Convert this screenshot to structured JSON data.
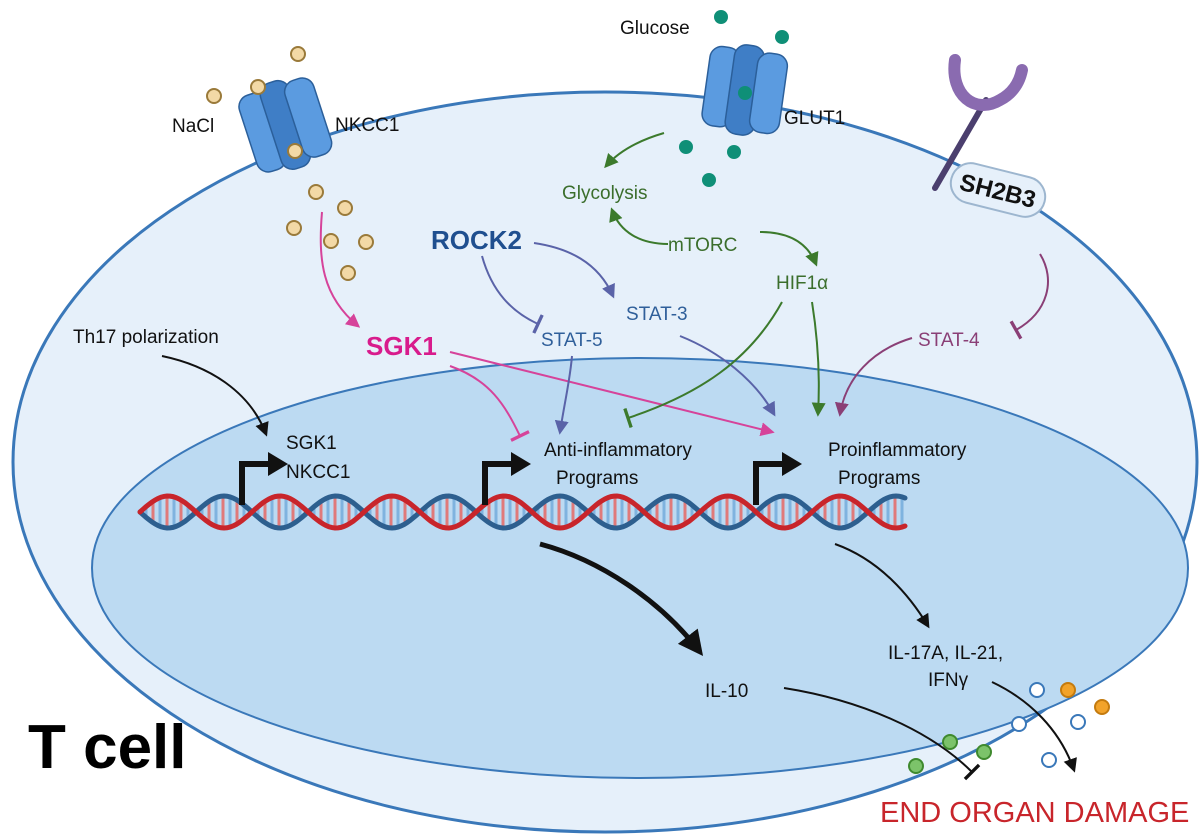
{
  "labels": {
    "glucose": "Glucose",
    "nacl": "NaCl",
    "nkcc1": "NKCC1",
    "glut1": "GLUT1",
    "sh2b3": "SH2B3",
    "glycolysis": "Glycolysis",
    "mtorc": "mTORC",
    "hif1a": "HIF1α",
    "rock2": "ROCK2",
    "stat3": "STAT-3",
    "stat5": "STAT-5",
    "stat4": "STAT-4",
    "sgk1_main": "SGK1",
    "th17": "Th17 polarization",
    "gene_sgk1": "SGK1",
    "gene_nkcc1": "NKCC1",
    "anti_line1": "Anti-inflammatory",
    "anti_line2": "Programs",
    "pro_line1": "Proinflammatory",
    "pro_line2": "Programs",
    "il10": "IL-10",
    "il17_line1": "IL-17A, IL-21,",
    "il17_line2": "IFNγ",
    "tcell": "T cell",
    "damage": "END ORGAN DAMAGE"
  },
  "colors": {
    "cell_fill": "#e6f0fa",
    "cell_stroke": "#3a78b9",
    "nucleus_fill": "#bcdaf2",
    "nucleus_stroke": "#3a78b9",
    "salt_particle": "#f3d9a6",
    "glucose_particle": "#0f8f77",
    "pink_arrow": "#d6439a",
    "blue_arrow": "#5a63a8",
    "green_arrow": "#3c7a2c",
    "purple_arrow": "#8a3f76",
    "dna_blue": "#2d5f8f",
    "dna_red": "#c8252b",
    "damage_text": "#c8252b"
  }
}
